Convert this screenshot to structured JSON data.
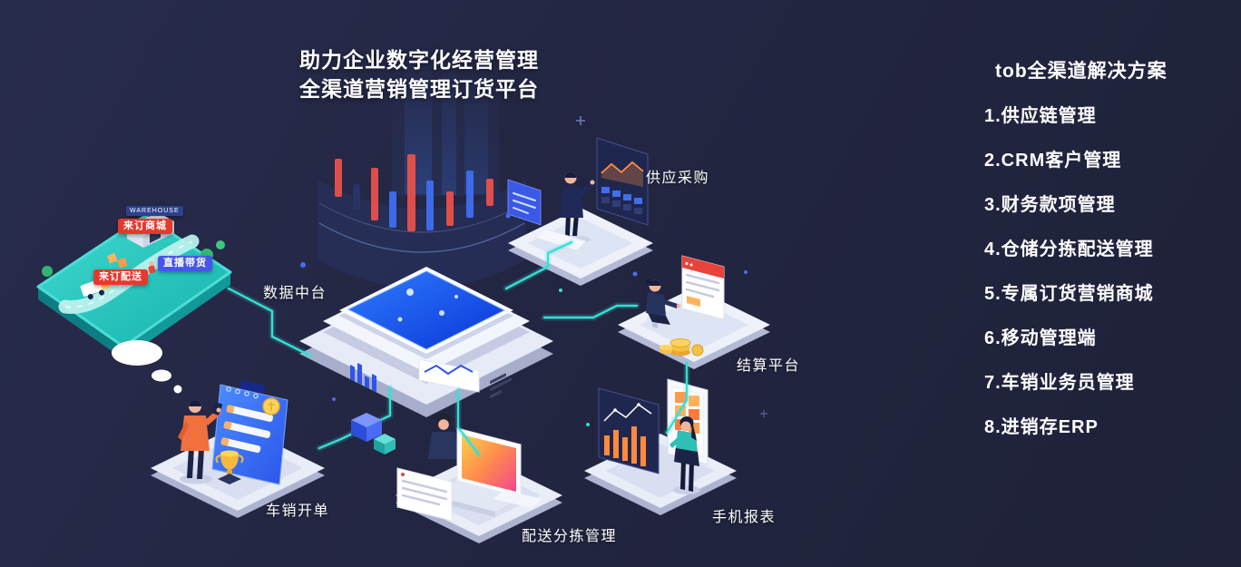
{
  "title": {
    "line1": "助力企业数字化经营管理",
    "line2": "全渠道营销管理订货平台"
  },
  "solutions": {
    "heading": "tob全渠道解决方案",
    "items": [
      "1.供应链管理",
      "2.CRM客户管理",
      "3.财务款项管理",
      "4.仓储分拣配送管理",
      "5.专属订货营销商城",
      "6.移动管理端",
      "7.车销业务员管理",
      "8.进销存ERP"
    ]
  },
  "diagram": {
    "labels": {
      "data_center": "数据中台",
      "supply": "供应采购",
      "settlement": "结算平台",
      "mobile_report": "手机报表",
      "delivery_sort": "配送分拣管理",
      "vehicle_sales": "车销开单"
    },
    "badges": {
      "warehouse": "WAREHOUSE",
      "mall": "来订商城",
      "live": "直播带货",
      "delivery": "来订配送"
    }
  },
  "colors": {
    "background": "#232642",
    "accent_teal": "#35e0d4",
    "badge_red": "#e6392e",
    "badge_blue": "#4656e8",
    "screen_blue": "#1a53e8",
    "hologram_red": "#e8504a",
    "hologram_blue": "#3f6ef0",
    "chart_orange": "#ff8a3d"
  }
}
